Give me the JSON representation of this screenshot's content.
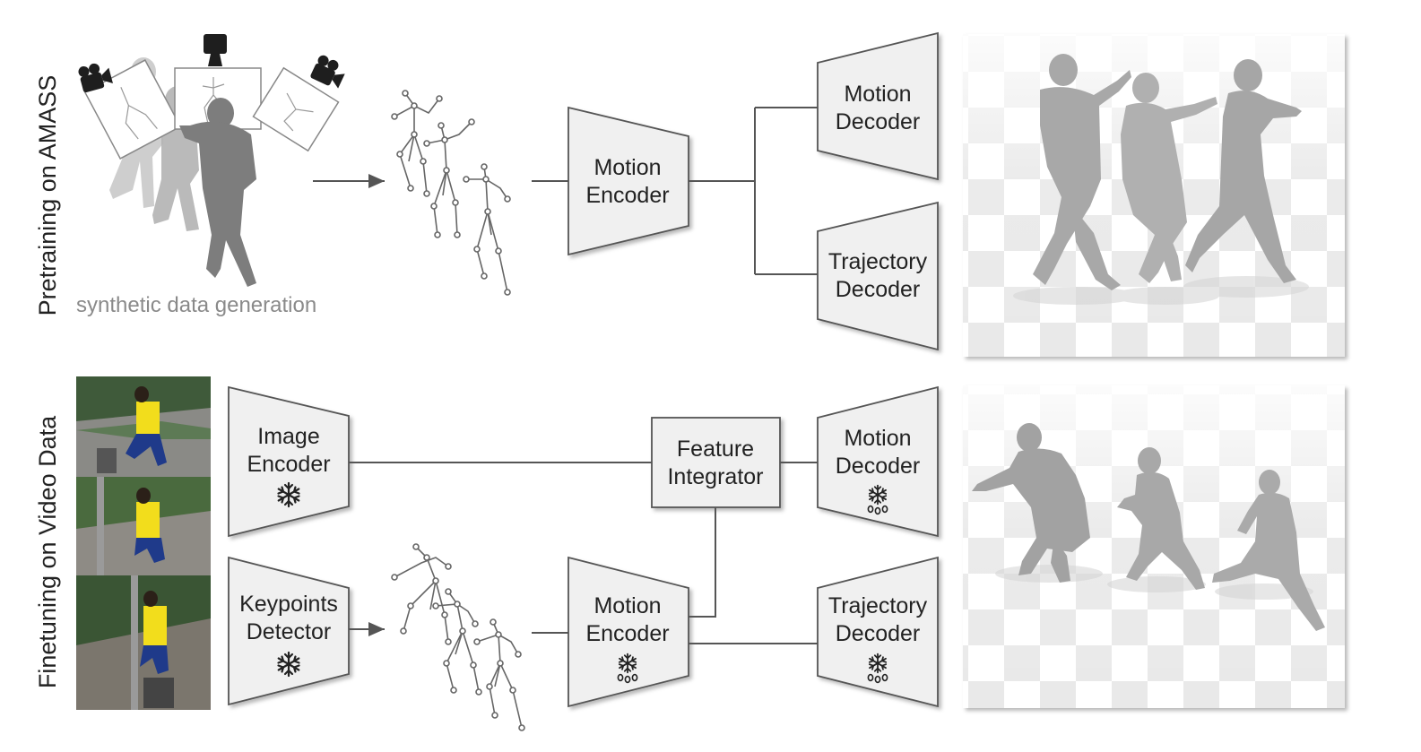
{
  "rows": {
    "pretraining": {
      "label": "Pretraining on AMASS"
    },
    "finetuning": {
      "label": "Finetuning on Video Data"
    }
  },
  "synthetic": {
    "caption": "synthetic data generation"
  },
  "blocks": {
    "motion_encoder_top": {
      "line1": "Motion",
      "line2": "Encoder"
    },
    "motion_decoder_top": {
      "line1": "Motion",
      "line2": "Decoder"
    },
    "trajectory_decoder_top": {
      "line1": "Trajectory",
      "line2": "Decoder"
    },
    "image_encoder": {
      "line1": "Image",
      "line2": "Encoder"
    },
    "keypoints_detector": {
      "line1": "Keypoints",
      "line2": "Detector"
    },
    "feature_integrator": {
      "line1": "Feature",
      "line2": "Integrator"
    },
    "motion_encoder_bottom": {
      "line1": "Motion",
      "line2": "Encoder"
    },
    "motion_decoder_bottom": {
      "line1": "Motion",
      "line2": "Decoder"
    },
    "trajectory_decoder_bottom": {
      "line1": "Trajectory",
      "line2": "Decoder"
    }
  },
  "icons": {
    "frozen": "snowflake-icon",
    "partially_frozen": "snowflake-drip-icon",
    "camera": "video-camera-icon"
  },
  "colors": {
    "block_fill": "#f0f0f0",
    "block_stroke": "#555555",
    "line": "#555555",
    "caption": "#8a8a8a",
    "text": "#222222",
    "body_gray": "#9b9b9b",
    "video_yellow": "#f2dd1c"
  }
}
